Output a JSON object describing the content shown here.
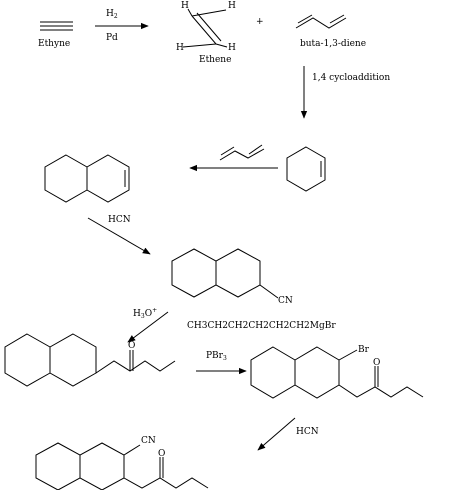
{
  "step1": {
    "reactant": "Ethyne",
    "reagent_main": "H",
    "reagent_sub": "2",
    "catalyst": "Pd",
    "product": "Ethene",
    "h_label": "H",
    "plus": "+",
    "diene": "buta-1,3-diene"
  },
  "step2": {
    "condition": "1,4 cycloaddition"
  },
  "step4": {
    "reagent": "HCN",
    "substituent": "CN"
  },
  "step5": {
    "acid_main": "H",
    "acid_sub": "3",
    "acid_rest": "O",
    "acid_sup": "+",
    "grignard": "CH3CH2CH2CH2CH2CH2MgBr",
    "ketone_o": "O"
  },
  "step6": {
    "reagent_main": "PBr",
    "reagent_sub": "3",
    "br_label": "Br",
    "ketone_o": "O"
  },
  "step7": {
    "reagent": "HCN",
    "substituent": "CN",
    "ketone_o": "O"
  }
}
